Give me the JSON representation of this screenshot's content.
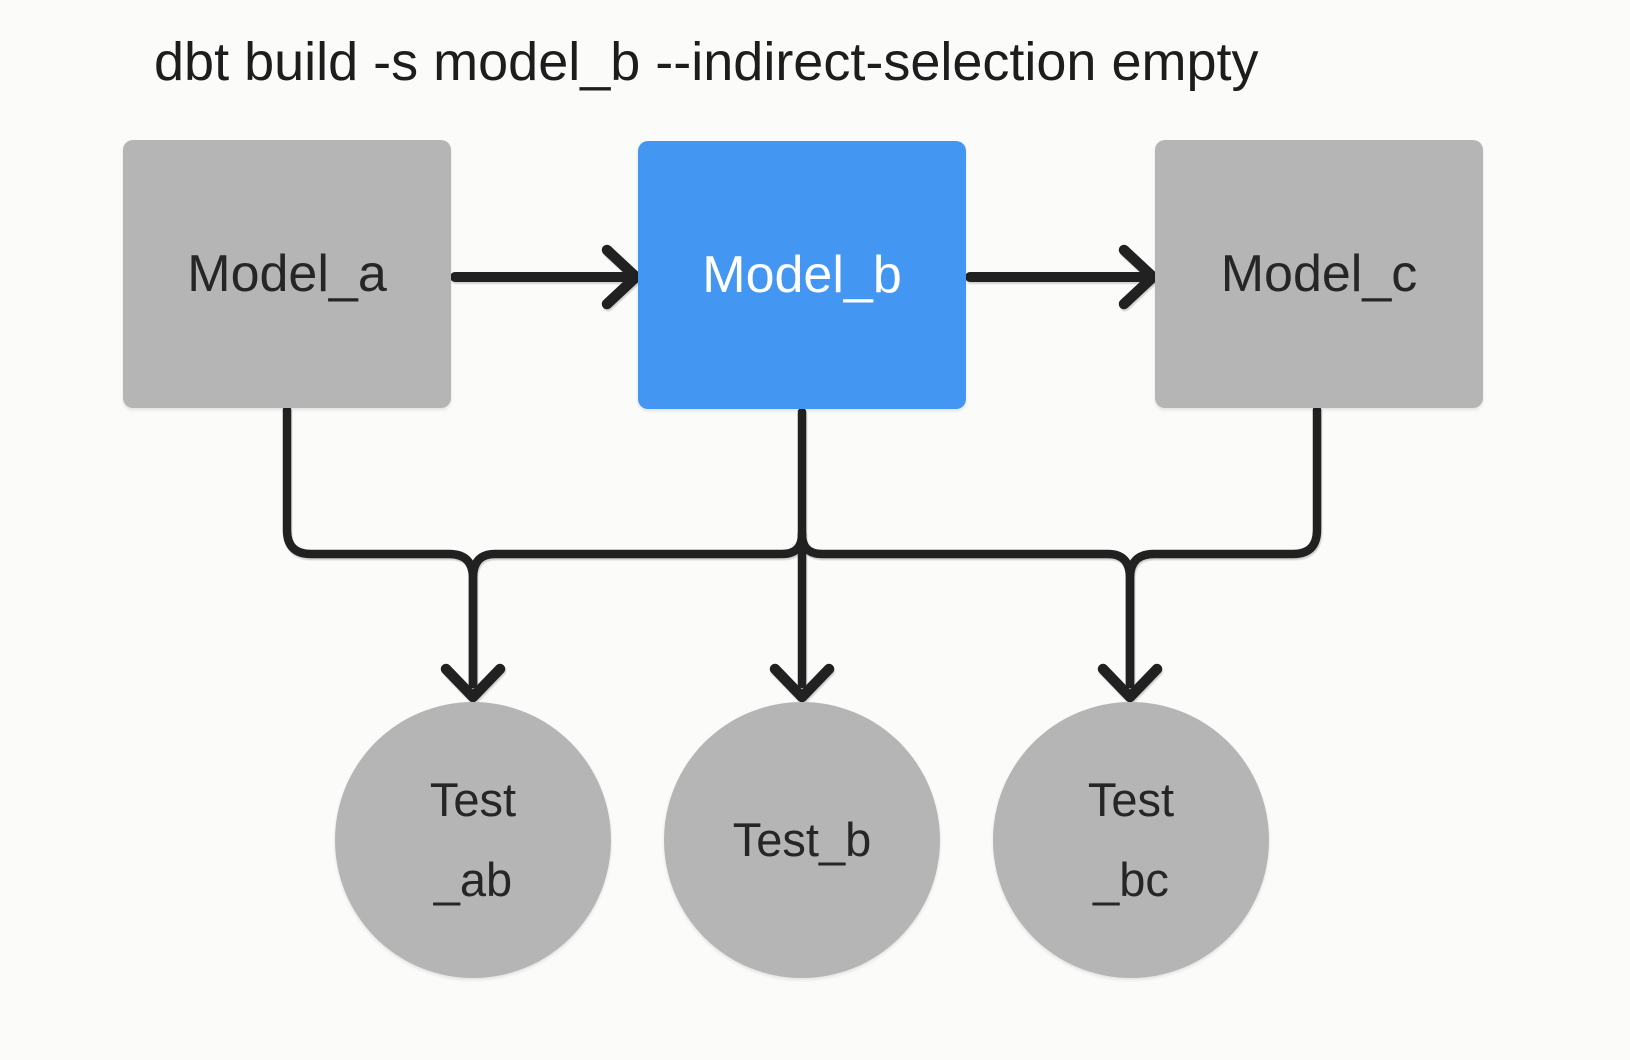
{
  "title": "dbt build -s model_b --indirect-selection empty",
  "colors": {
    "background": "#fbfbfa",
    "node_gray": "#b5b5b5",
    "selected_blue": "#4496f3",
    "edge_dark": "#212121",
    "label_dark": "#262626",
    "label_on_blue": "#ffffff"
  },
  "nodes": {
    "models": [
      {
        "id": "model_a",
        "label": "Model_a",
        "selected": false
      },
      {
        "id": "model_b",
        "label": "Model_b",
        "selected": true
      },
      {
        "id": "model_c",
        "label": "Model_c",
        "selected": false
      }
    ],
    "tests": [
      {
        "id": "test_ab",
        "line1": "Test",
        "line2": "_ab"
      },
      {
        "id": "test_b",
        "line1": "Test_b",
        "line2": ""
      },
      {
        "id": "test_bc",
        "line1": "Test",
        "line2": "_bc"
      }
    ]
  },
  "edges": [
    {
      "from": "model_a",
      "to": "model_b"
    },
    {
      "from": "model_b",
      "to": "model_c"
    },
    {
      "from": "model_a",
      "to": "test_ab"
    },
    {
      "from": "model_b",
      "to": "test_ab"
    },
    {
      "from": "model_b",
      "to": "test_b"
    },
    {
      "from": "model_b",
      "to": "test_bc"
    },
    {
      "from": "model_c",
      "to": "test_bc"
    }
  ]
}
